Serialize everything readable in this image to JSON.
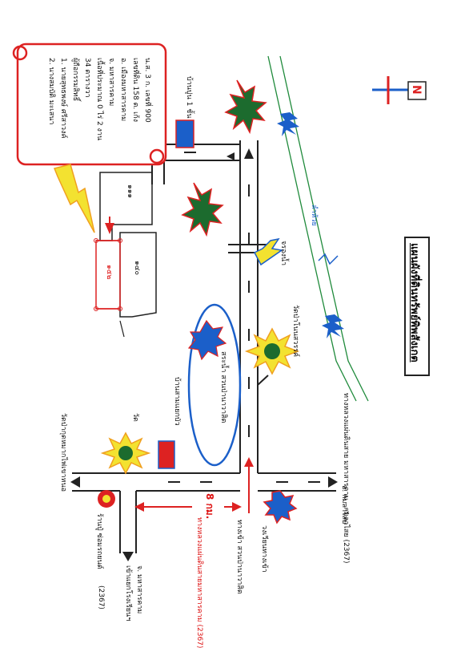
{
  "title": "แผนผังที่ดินทรัพย์พิพสังเกต",
  "north": "N",
  "info_box": {
    "lines": [
      "น.ส. 3 ก. เลขที่ 900",
      "เลขที่ดิน 158 ต. เก้ง",
      "อ. เมืองมหาสารคาม",
      "จ. มหาสารคาม",
      "เนื้อที่ประมาณ 0 ไร่ 2 งาน",
      "34 ตารางวา",
      "ผู้ถือกรรมสิทธิ์",
      "1. นายสุทธพงษ์ ศรีสาวงค์",
      "2. นางสมบัติ มะเสนา"
    ]
  },
  "labels": {
    "ban_pun": "บ้านปูน 1 ชั้น",
    "plot_111": "๑๑๑",
    "plot_a": "๑๔๐",
    "plot_b": "๑๕๒",
    "canal": "ลำห้วย",
    "water_pipe": "จรองน้ำ",
    "temple_1": "วัดป่าโนนสวรรค์",
    "park": "สระน้ำ สวนป่านาวาสิต",
    "ban_han": "บ้านสามแยกบัว",
    "temple_2": "วัด",
    "temple_3": "วัดป่ากุดหมากไฟเขาหนอ",
    "shop": "ร้านปู๋ ซ่อมรถยนต์",
    "road_main": "ทางหลวงแผ่นดินสาย มหาสารคาม - กมลาไสย (2367)",
    "to_kamalasai": "อ. กมลาไสย",
    "mahasarakham_province": "จ. มหาสารคาม",
    "to_school": "เข้าแยกโรงเรียนฯ",
    "highway_code": "(2367)",
    "gate": "ทางเข้า สวนป่านาวาสิต",
    "junction": "วงเวียนทางเข้า",
    "distance": "8 กม.",
    "distance_road": "ทางหลวงแผ่นดินสายมหาสารคาม (2367)"
  },
  "colors": {
    "red": "#dd2222",
    "blue": "#1b5fc9",
    "green": "#1f8a3b",
    "yellow": "#f3e230",
    "orange": "#f0a020",
    "darkgreen": "#1c6b2e"
  }
}
